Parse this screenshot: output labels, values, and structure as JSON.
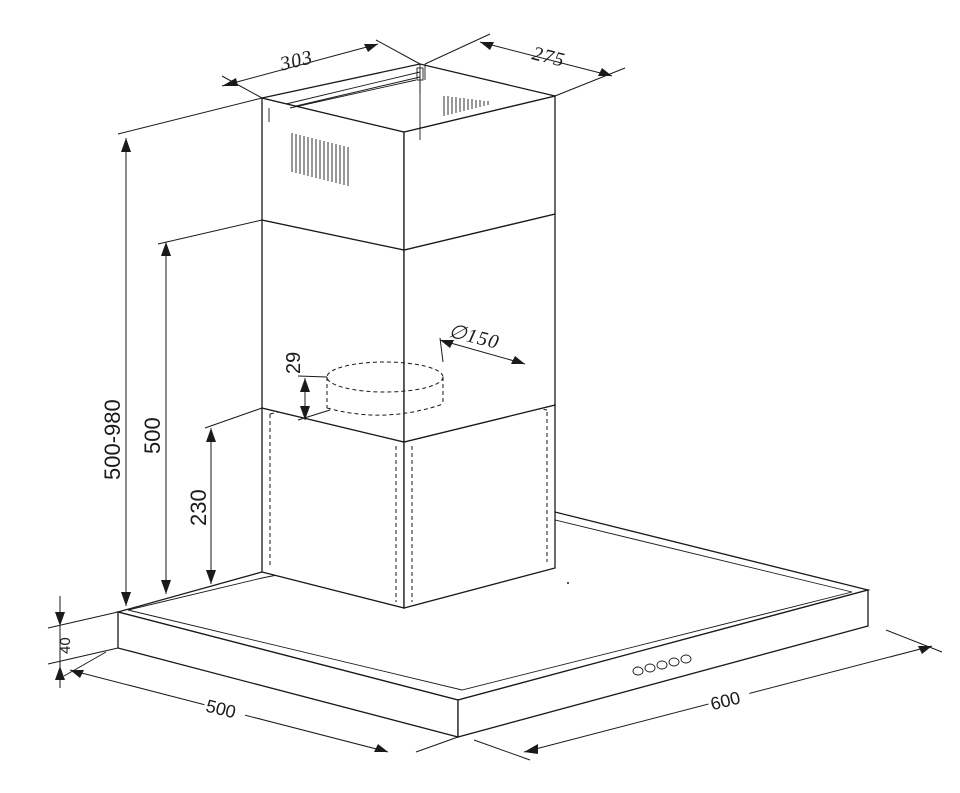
{
  "dimensions": {
    "top_width": "303",
    "top_depth": "275",
    "duct_diameter": "∅150",
    "duct_height": "29",
    "total_height": "500-980",
    "chimney_height": "500",
    "body_height": "230",
    "canopy_thickness": "40",
    "depth": "500",
    "width": "600"
  },
  "colors": {
    "line": "#1a1a1a",
    "background": "#ffffff"
  },
  "icons": [
    "vent-grille-icon",
    "control-buttons-icon"
  ]
}
